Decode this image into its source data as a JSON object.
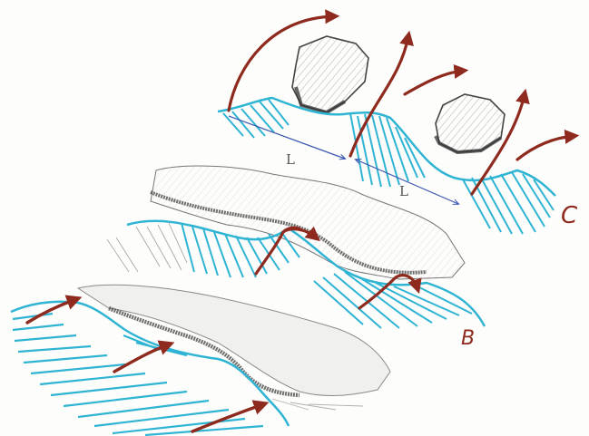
{
  "labels": {
    "wavelength_1": "L",
    "wavelength_2": "L",
    "panel_b": "B",
    "panel_c": "C"
  },
  "colors": {
    "water": "#2fb4d4",
    "arrow": "#8e2a1e",
    "pencil": "#6e6e6e",
    "measure": "#3a55b0",
    "paper": "#fdfdfc"
  }
}
